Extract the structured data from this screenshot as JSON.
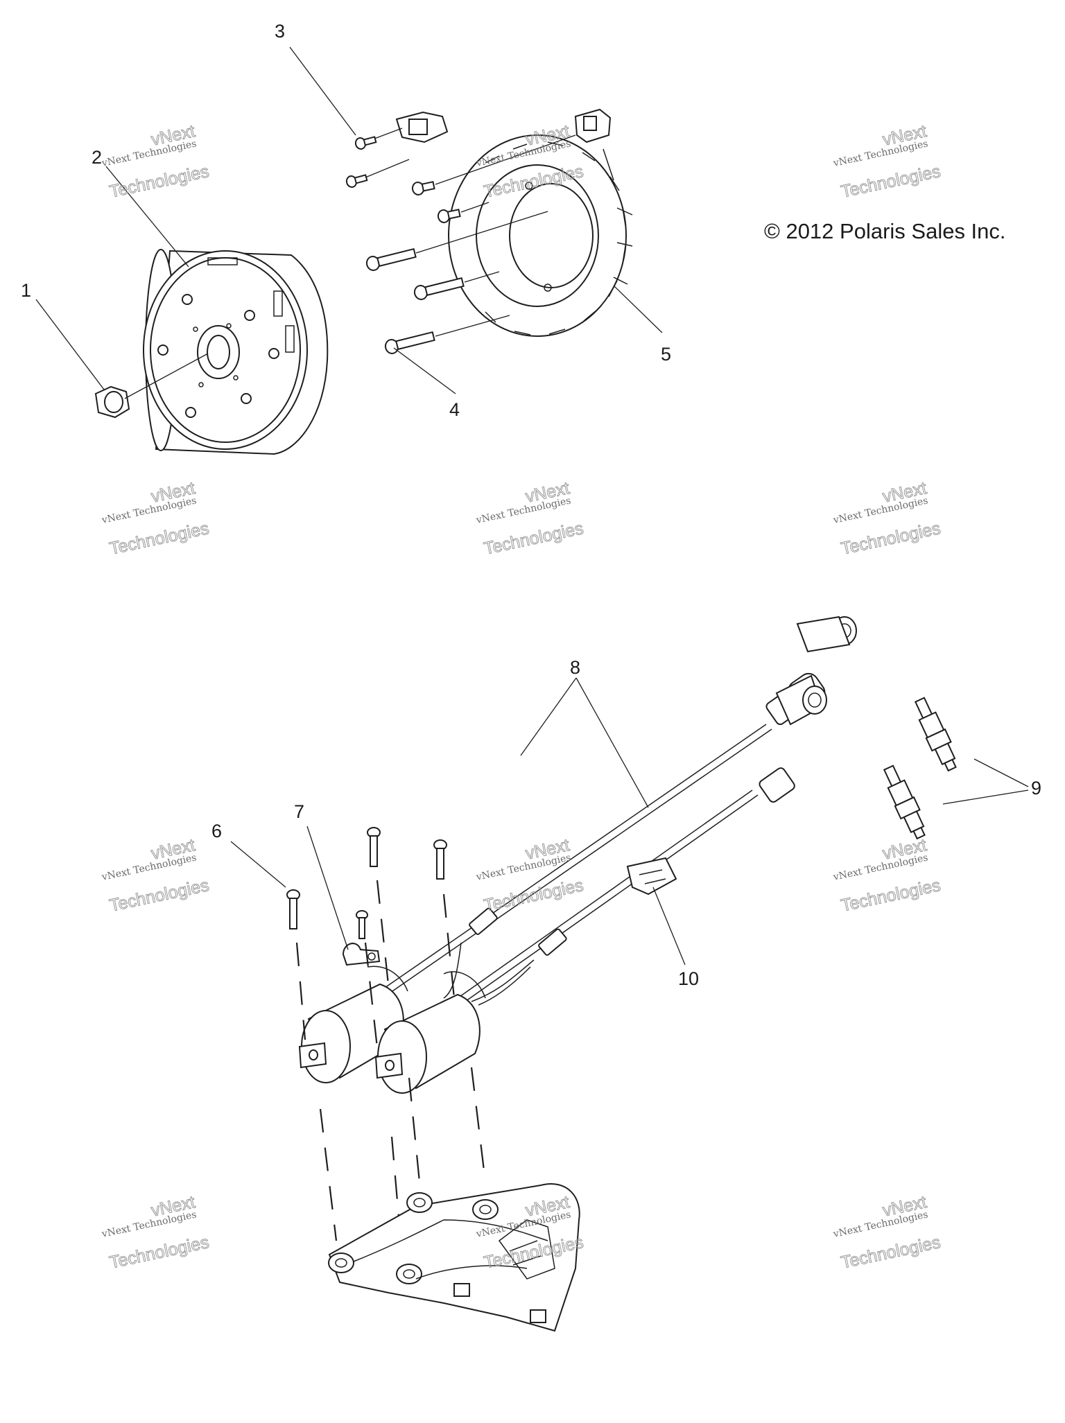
{
  "copyright": "© 2012 Polaris Sales Inc.",
  "watermark": {
    "line1": "vNext Technologies",
    "line2": "vNext",
    "line3": "Technologies"
  },
  "callouts": [
    "1",
    "2",
    "3",
    "4",
    "5",
    "6",
    "7",
    "8",
    "9",
    "10"
  ],
  "colors": {
    "line": "#1e1e1e",
    "background": "#ffffff",
    "watermark": "#9a9a9a"
  }
}
